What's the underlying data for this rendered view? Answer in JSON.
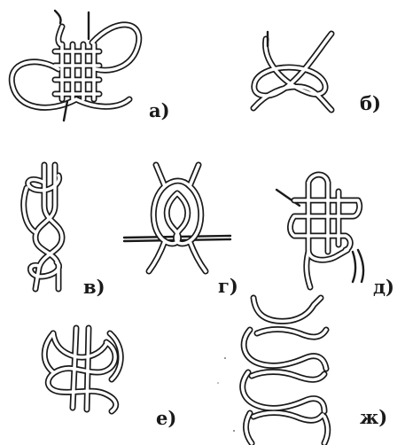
{
  "labels": {
    "a": "а)",
    "b": "б)",
    "v": "в)",
    "g": "г)",
    "d": "д)",
    "e": "е)",
    "zh": "ж)"
  },
  "colors": {
    "ink": "#1a1a1a",
    "paper": "#ffffff"
  }
}
